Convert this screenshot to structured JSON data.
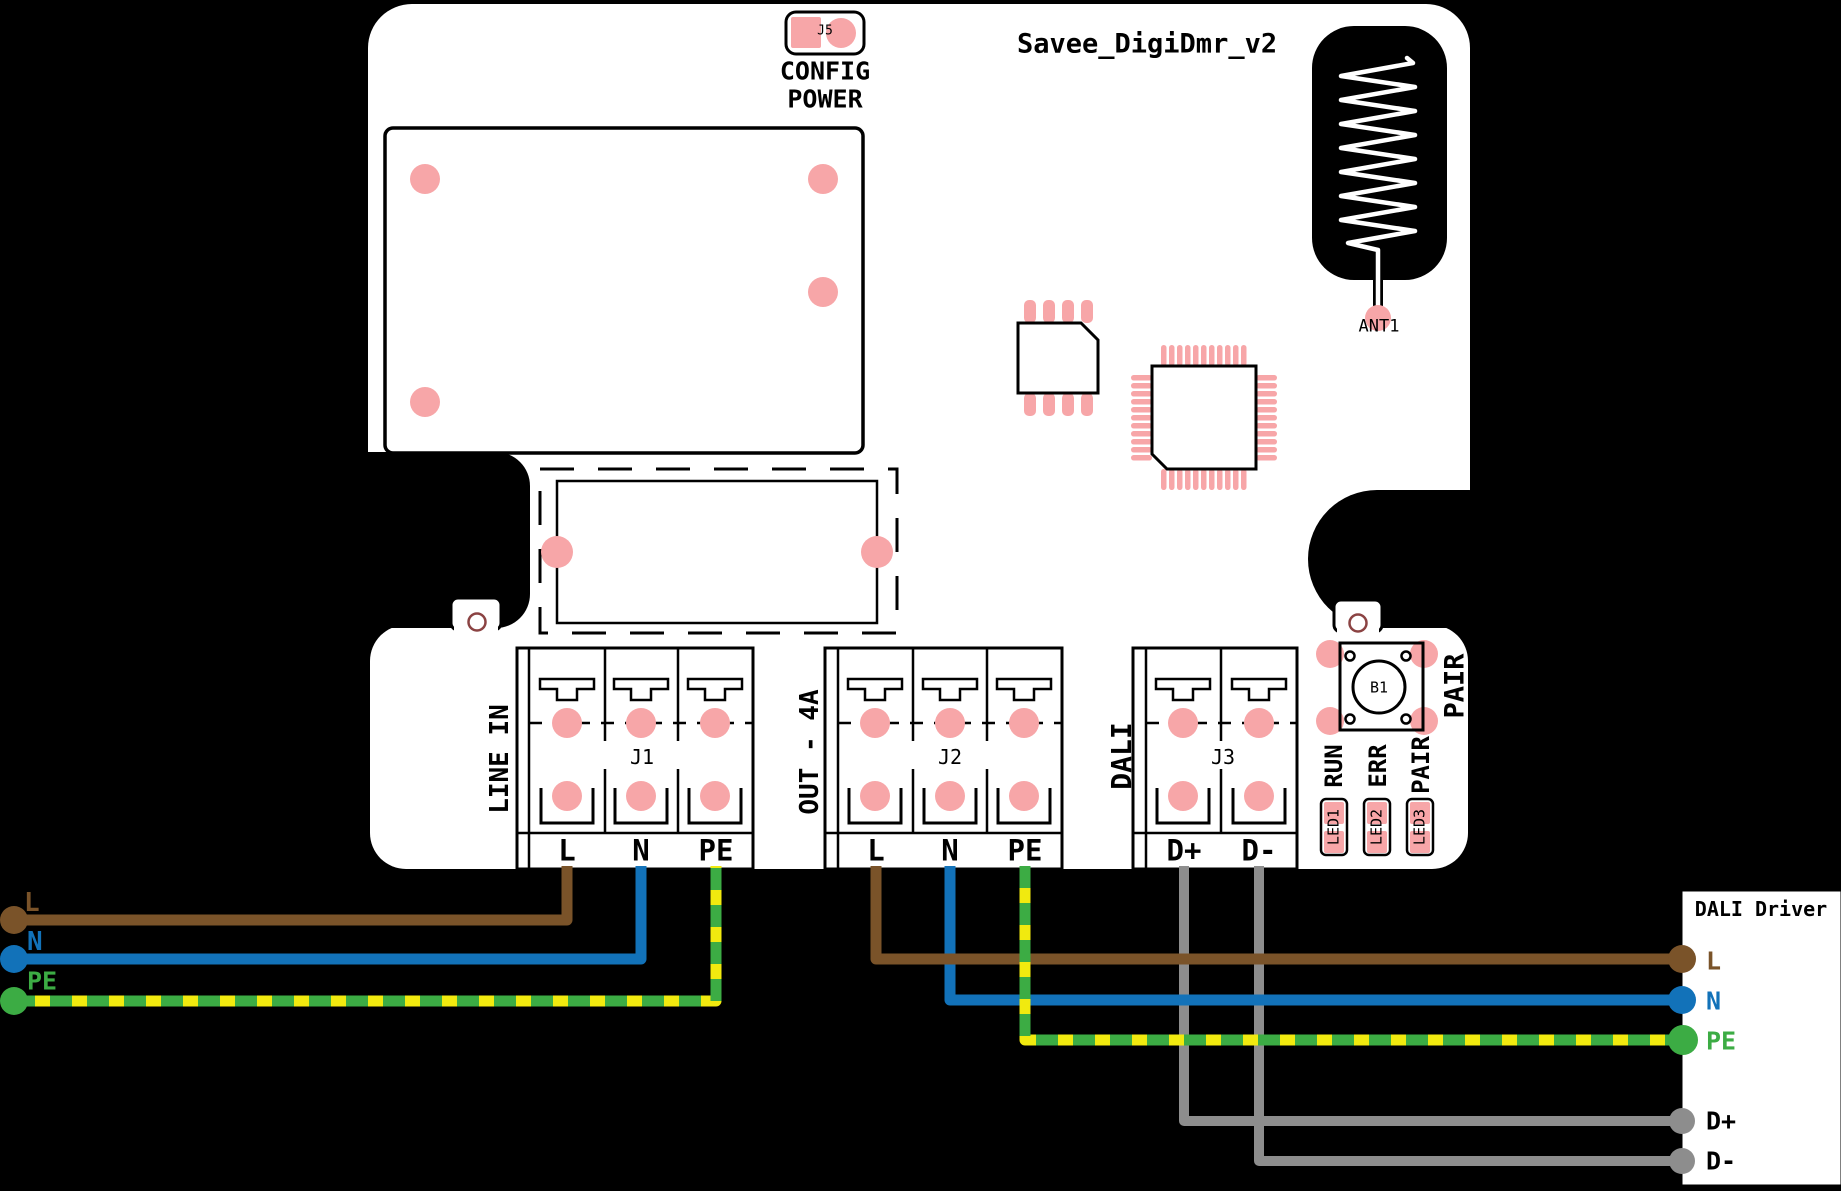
{
  "board": {
    "title": "Savee_DigiDmr_v2"
  },
  "config_connector": {
    "ref": "J5",
    "line1": "CONFIG",
    "line2": "POWER"
  },
  "antenna": {
    "ref": "ANT1"
  },
  "pair_button": {
    "ref": "B1",
    "label": "PAIR"
  },
  "status_leds": [
    {
      "ref": "LED1",
      "function": "RUN"
    },
    {
      "ref": "LED2",
      "function": "ERR"
    },
    {
      "ref": "LED3",
      "function": "PAIR"
    }
  ],
  "terminal_blocks": {
    "line_in": {
      "ref": "J1",
      "title": "LINE IN",
      "terminals": [
        "L",
        "N",
        "PE"
      ]
    },
    "out": {
      "ref": "J2",
      "title": "OUT - 4A",
      "terminals": [
        "L",
        "N",
        "PE"
      ]
    },
    "dali": {
      "ref": "J3",
      "title": "DALI",
      "terminals": [
        "D+",
        "D-"
      ]
    }
  },
  "mains_input": {
    "labels": [
      "L",
      "N",
      "PE"
    ]
  },
  "dali_driver": {
    "title": "DALI Driver",
    "terminals": [
      "L",
      "N",
      "PE",
      "D+",
      "D-"
    ]
  },
  "wire_colors": {
    "live": "#7A5329",
    "neutral": "#1272B9",
    "earth_green": "#3CAC44",
    "earth_yellow": "#F1EA0F",
    "dali": "#8D8D8D"
  },
  "pad_color": "#F7A6A8"
}
